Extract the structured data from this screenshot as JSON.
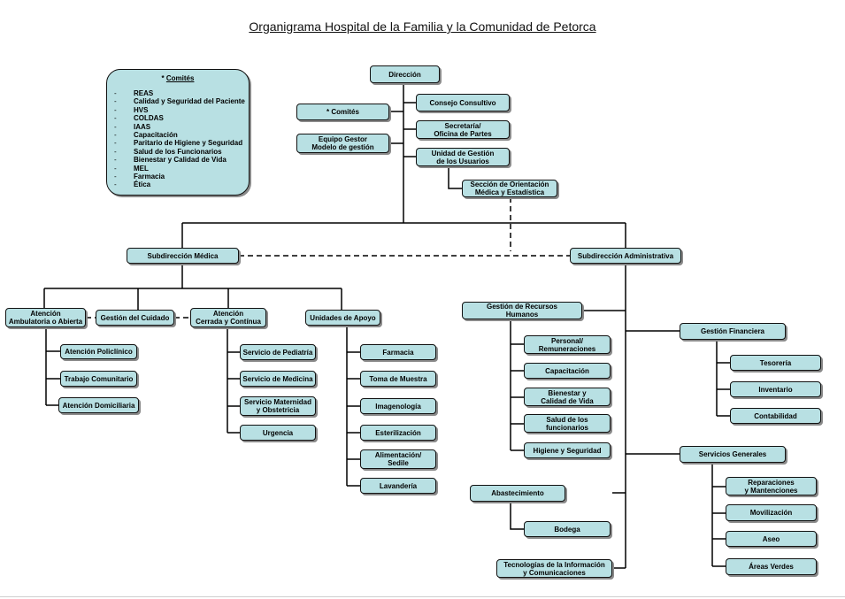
{
  "title": "Organigrama Hospital de la Familia y la Comunidad de Petorca",
  "legend": {
    "asterisk": "*",
    "title": "Comités",
    "bullet": "-",
    "items": [
      "REAS",
      "Calidad y Seguridad del Paciente",
      "HVS",
      "COLDAS",
      "IAAS",
      "Capacitación",
      "Paritario de Higiene y Seguridad",
      "Salud de los Funcionarios",
      "Bienestar y Calidad de Vida",
      "MEL",
      "Farmacia",
      "Ética"
    ]
  },
  "nodes": {
    "direccion": "Dirección",
    "comites": "* Comités",
    "equipo_gestor": "Equipo Gestor\nModelo de gestión",
    "consejo": "Consejo Consultivo",
    "secretaria": "Secretaría/\nOficina de Partes",
    "unidad_gestion": "Unidad de Gestión\nde los Usuarios",
    "seccion_orientacion": "Sección de Orientación\nMédica y Estadística",
    "subdireccion_medica": "Subdirección Médica",
    "subdireccion_admin": "Subdirección Administrativa",
    "atencion_ambulatoria": "Atención\nAmbulatoria o Abierta",
    "gestion_cuidado": "Gestión del Cuidado",
    "atencion_cerrada": "Atención\nCerrada y Contínua",
    "unidades_apoyo": "Unidades de Apoyo",
    "atencion_policlinico": "Atención Policlínico",
    "trabajo_comunitario": "Trabajo Comunitario",
    "atencion_domiciliaria": "Atención Domiciliaria",
    "servicio_pediatria": "Servicio de Pediatría",
    "servicio_medicina": "Servicio de Medicina",
    "servicio_maternidad": "Servicio Maternidad\ny Obstetricia",
    "urgencia": "Urgencia",
    "farmacia": "Farmacia",
    "toma_muestra": "Toma de Muestra",
    "imagenologia": "Imagenología",
    "esterilizacion": "Esterilización",
    "alimentacion": "Alimentación/\nSedile",
    "lavanderia": "Lavandería",
    "gestion_rrhh": "Gestión de Recursos\nHumanos",
    "personal": "Personal/\nRemuneraciones",
    "capacitacion": "Capacitación",
    "bienestar": "Bienestar y\nCalidad de Vida",
    "salud_funcionarios": "Salud de los\nfuncionarios",
    "higiene": "Higiene y Seguridad",
    "abastecimiento": "Abastecimiento",
    "bodega": "Bodega",
    "tecnologias": "Tecnologías de la Información\ny Comunicaciones",
    "gestion_financiera": "Gestión Financiera",
    "tesoreria": "Tesorería",
    "inventario": "Inventario",
    "contabilidad": "Contabilidad",
    "servicios_generales": "Servicios Generales",
    "reparaciones": "Reparaciones\ny Mantenciones",
    "movilizacion": "Movilización",
    "aseo": "Aseo",
    "areas_verdes": "Áreas Verdes"
  }
}
